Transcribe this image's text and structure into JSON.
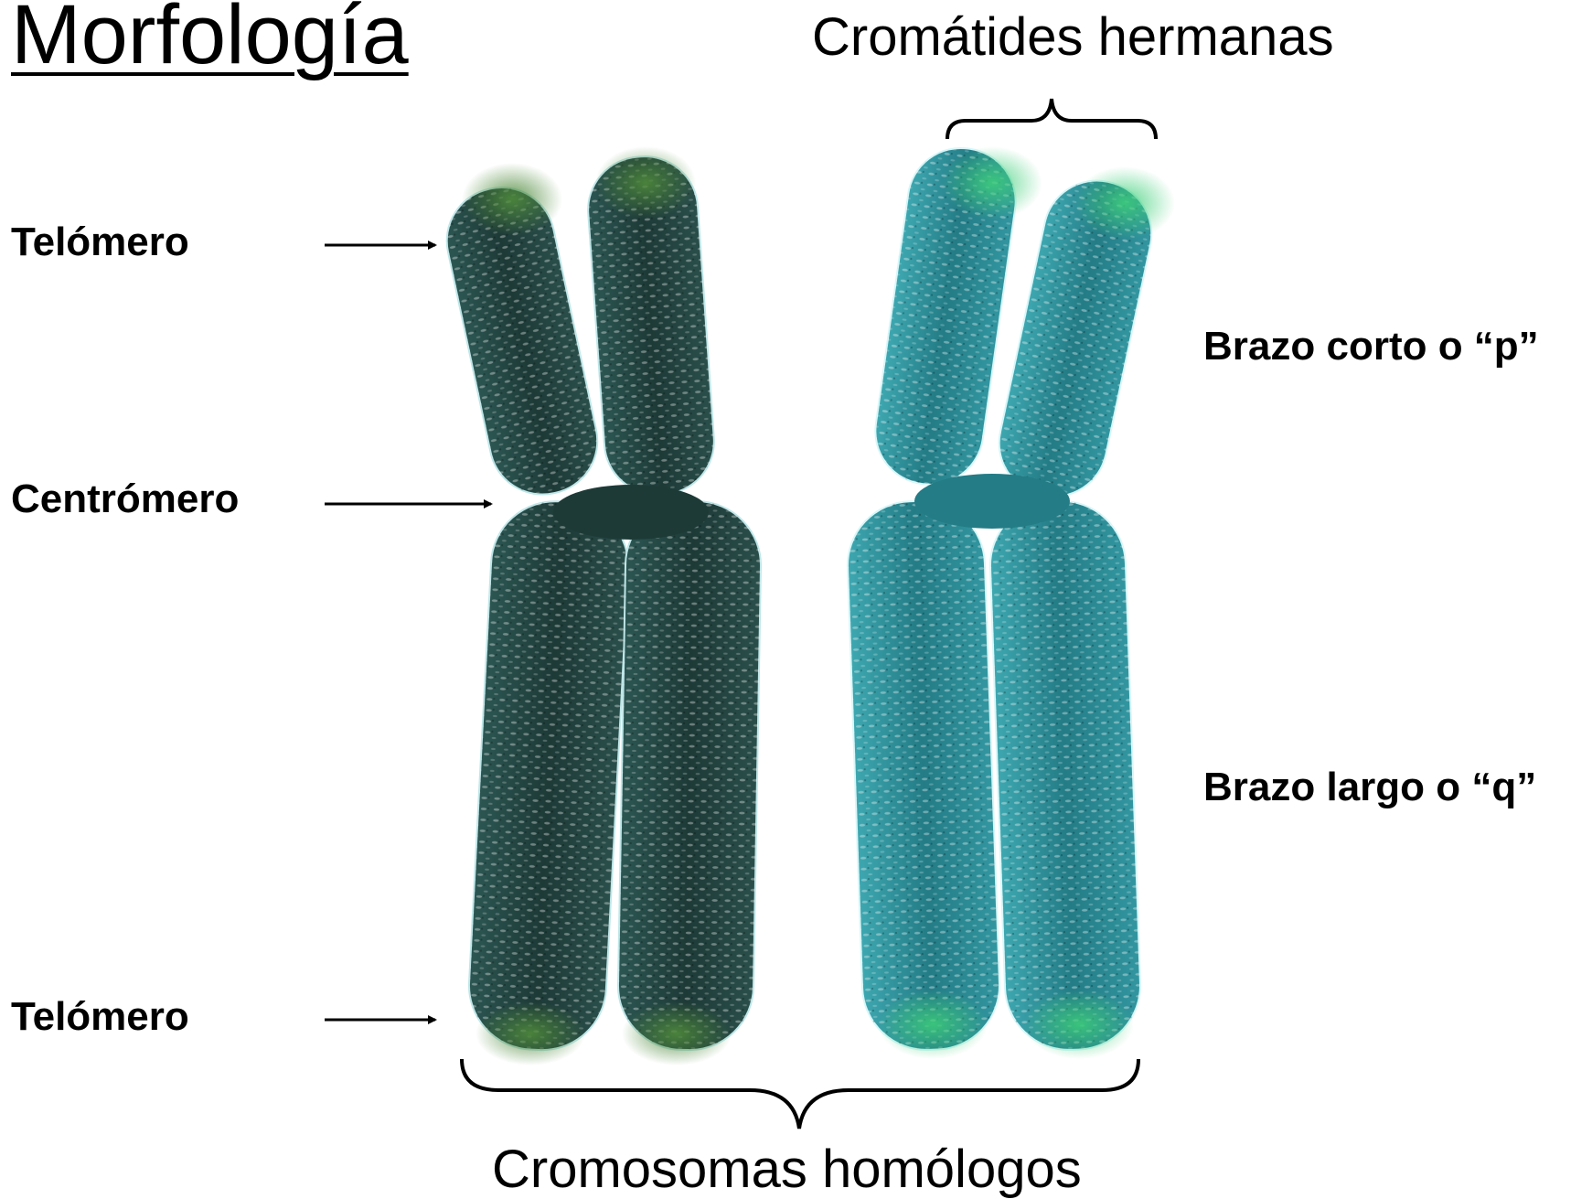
{
  "title": "Morfología",
  "labels": {
    "telomere_top": "Telómero",
    "centromere": "Centrómero",
    "telomere_bottom": "Telómero",
    "sister_chromatids": "Cromátides hermanas",
    "short_arm": "Brazo corto  o “p”",
    "long_arm": "Brazo largo o “q”",
    "homologous_chromosomes": "Cromosomas homólogos"
  },
  "colors": {
    "left_chromosome": "#1f3f3c",
    "right_chromosome": "#2a8a95",
    "telomere_tint": "#3f8a55",
    "highlight": "#cfeff2"
  }
}
